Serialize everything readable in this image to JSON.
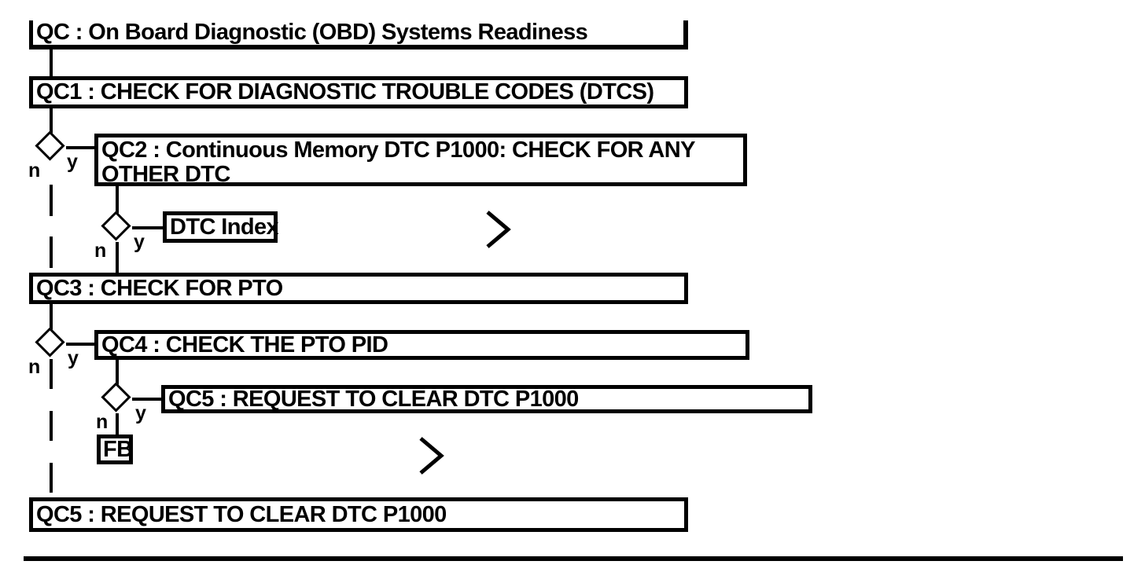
{
  "nodes": {
    "qc": {
      "label": "QC : On Board Diagnostic (OBD) Systems Readiness"
    },
    "qc1": {
      "label": "QC1 : CHECK FOR DIAGNOSTIC TROUBLE CODES (DTCS)"
    },
    "qc2": {
      "label": "QC2 : Continuous Memory DTC P1000: CHECK FOR ANY OTHER DTC"
    },
    "dtc_index": {
      "label": "DTC Index"
    },
    "qc3": {
      "label": "QC3 : CHECK FOR PTO"
    },
    "qc4": {
      "label": "QC4 : CHECK THE PTO PID"
    },
    "qc5_nested": {
      "label": "QC5 : REQUEST TO CLEAR DTC P1000"
    },
    "fb": {
      "label": "FB"
    },
    "qc5_final": {
      "label": "QC5 : REQUEST TO CLEAR DTC P1000"
    }
  },
  "branches": {
    "yes": "y",
    "no": "n"
  },
  "icons": {
    "chevron_right": "chevron-right"
  },
  "colors": {
    "ink": "#000000",
    "paper": "#ffffff"
  }
}
